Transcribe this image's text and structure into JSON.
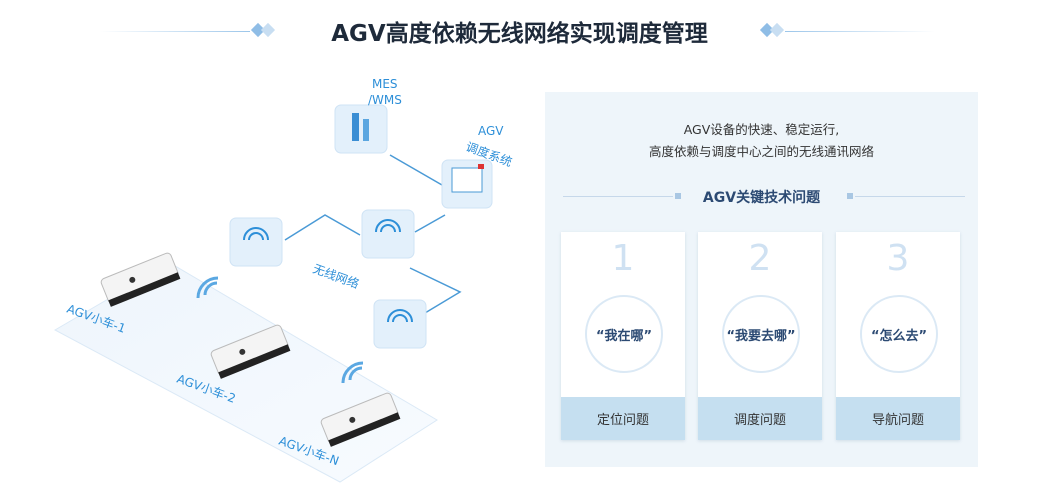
{
  "title": "AGV高度依赖无线网络实现调度管理",
  "diagram": {
    "nodes": {
      "mes": [
        "MES",
        "/WMS"
      ],
      "scheduler": [
        "AGV",
        "调度系统"
      ],
      "network": "无线网络"
    },
    "agvs": [
      "AGV小车-1",
      "AGV小车-2",
      "AGV小车-N"
    ]
  },
  "panel": {
    "intro": [
      "AGV设备的快速、稳定运行,",
      "高度依赖与调度中心之间的无线通讯网络"
    ],
    "subtitle": "AGV关键技术问题",
    "cards": [
      {
        "number": "1",
        "question": "“我在哪”",
        "label": "定位问题"
      },
      {
        "number": "2",
        "question": "“我要去哪”",
        "label": "调度问题"
      },
      {
        "number": "3",
        "question": "“怎么去”",
        "label": "导航问题"
      }
    ]
  },
  "colors": {
    "accent": "#2d8fd8",
    "dark": "#2c4a73",
    "band": "#c5dff0",
    "panel": "#eef5fa"
  }
}
